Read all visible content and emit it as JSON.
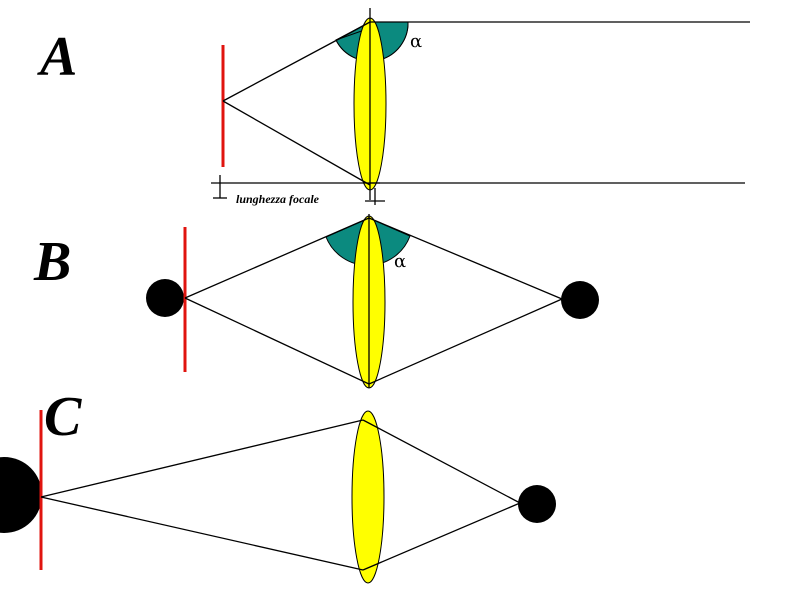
{
  "panels": {
    "a": {
      "letter": "A",
      "angle_symbol": "α",
      "focal_caption": "lunghezza focale"
    },
    "b": {
      "letter": "B",
      "angle_symbol": "α"
    },
    "c": {
      "letter": "C"
    }
  },
  "colors": {
    "retina": "#e0140f",
    "lens": "#ffff00",
    "aperture": "#0b8a7f",
    "ray": "#000000",
    "object": "#000000"
  }
}
